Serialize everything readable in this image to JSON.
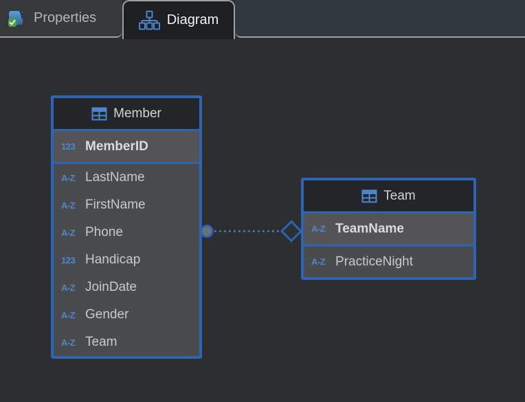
{
  "tabs": [
    {
      "label": "Properties",
      "active": false
    },
    {
      "label": "Diagram",
      "active": true
    }
  ],
  "diagram": {
    "entities": [
      {
        "name": "Member",
        "columns": [
          {
            "name": "MemberID",
            "icon": "123",
            "key": true
          },
          {
            "name": "LastName",
            "icon": "A-Z",
            "key": false
          },
          {
            "name": "FirstName",
            "icon": "A-Z",
            "key": false
          },
          {
            "name": "Phone",
            "icon": "A-Z",
            "key": false
          },
          {
            "name": "Handicap",
            "icon": "123",
            "key": false
          },
          {
            "name": "JoinDate",
            "icon": "A-Z",
            "key": false
          },
          {
            "name": "Gender",
            "icon": "A-Z",
            "key": false
          },
          {
            "name": "Team",
            "icon": "A-Z",
            "key": false
          }
        ]
      },
      {
        "name": "Team",
        "columns": [
          {
            "name": "TeamName",
            "icon": "A-Z",
            "key": true
          },
          {
            "name": "PracticeNight",
            "icon": "A-Z",
            "key": false
          }
        ]
      }
    ],
    "relationship": {
      "from_entity": "Member",
      "to_entity": "Team",
      "line_style": "dotted",
      "from_marker": "circle",
      "to_marker": "diamond"
    }
  },
  "colors": {
    "canvas": "#2d2e2f",
    "strip_left": "#37383a",
    "strip_right": "#323840",
    "tab_active_bg": "#1d1f23",
    "tab_outline": "#9fa0a2",
    "tab_text": "#b5b6b8",
    "tab_active_text": "#f1f2f3",
    "table_border": "#2d65b6",
    "accent_blue": "#4c86cb",
    "row_bg": "#4a4b4d",
    "key_row_bg": "#545456",
    "entity_header_bg": "#232528",
    "row_text": "#c8c9cb",
    "key_text": "#dadbdd",
    "header_text": "#d0d2d4",
    "marker_fill": "#707173"
  }
}
